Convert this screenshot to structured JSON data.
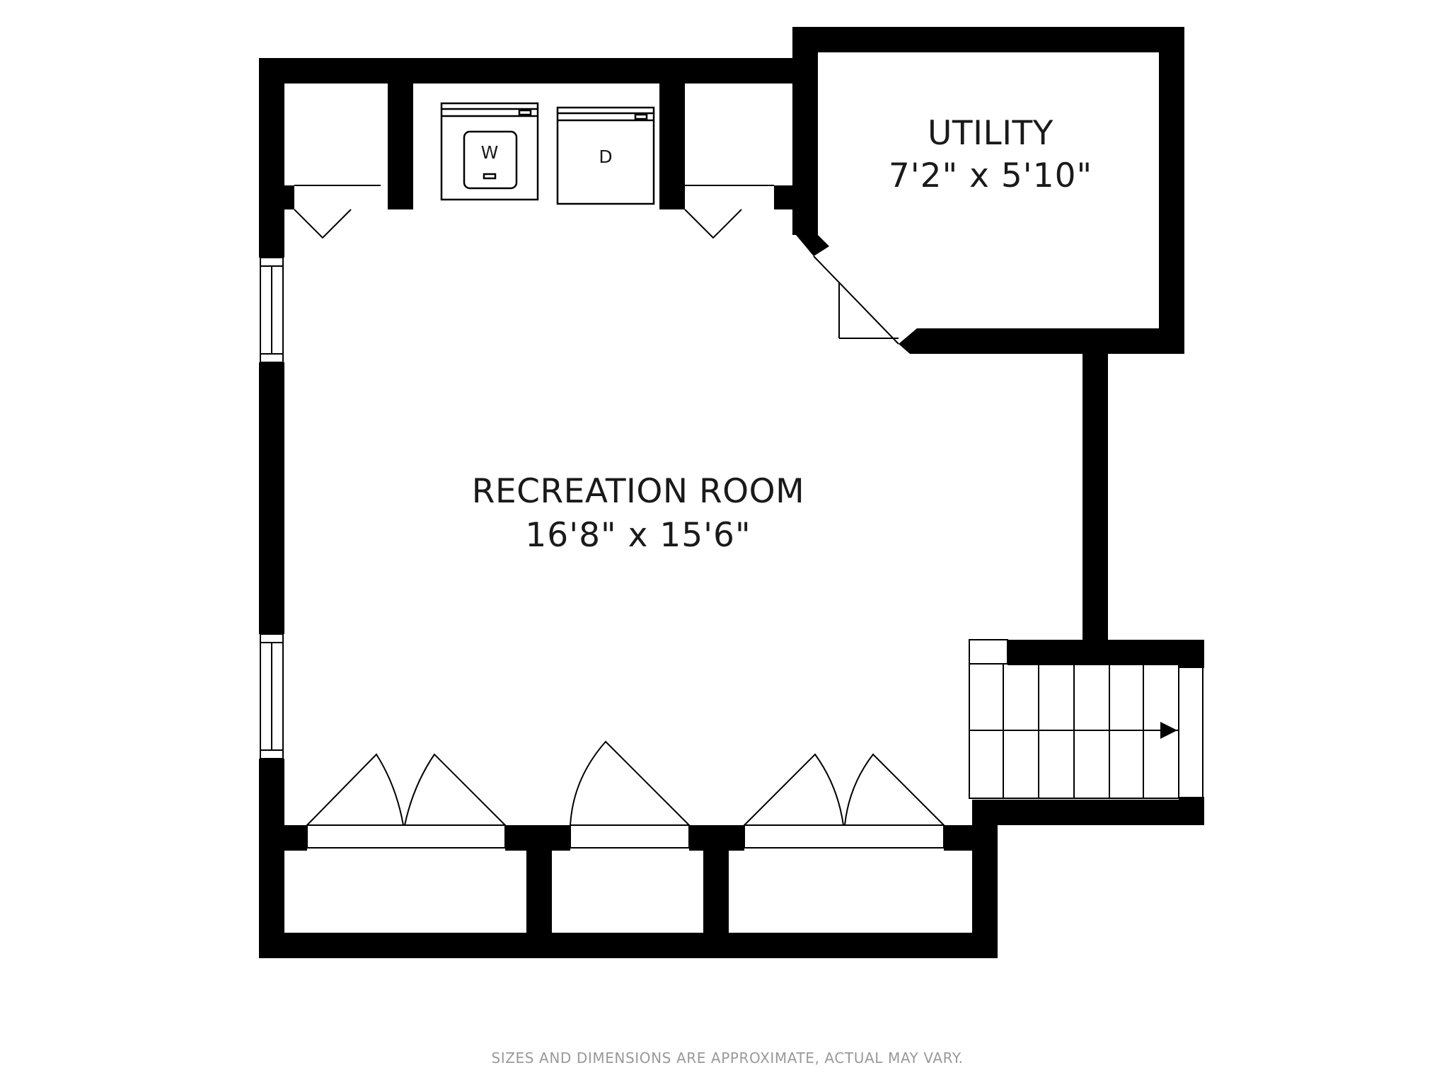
{
  "colors": {
    "wall": "#000000",
    "background": "#ffffff",
    "label_text": "#1a1a1a",
    "disclaimer_text": "#999999"
  },
  "rooms": {
    "utility": {
      "name": "UTILITY",
      "dimensions": "7'2\" x 5'10\""
    },
    "recreation_room": {
      "name": "RECREATION ROOM",
      "dimensions": "16'8\" x 15'6\""
    }
  },
  "appliances": {
    "washer": "W",
    "dryer": "D"
  },
  "disclaimer": "SIZES AND DIMENSIONS ARE APPROXIMATE, ACTUAL MAY VARY."
}
